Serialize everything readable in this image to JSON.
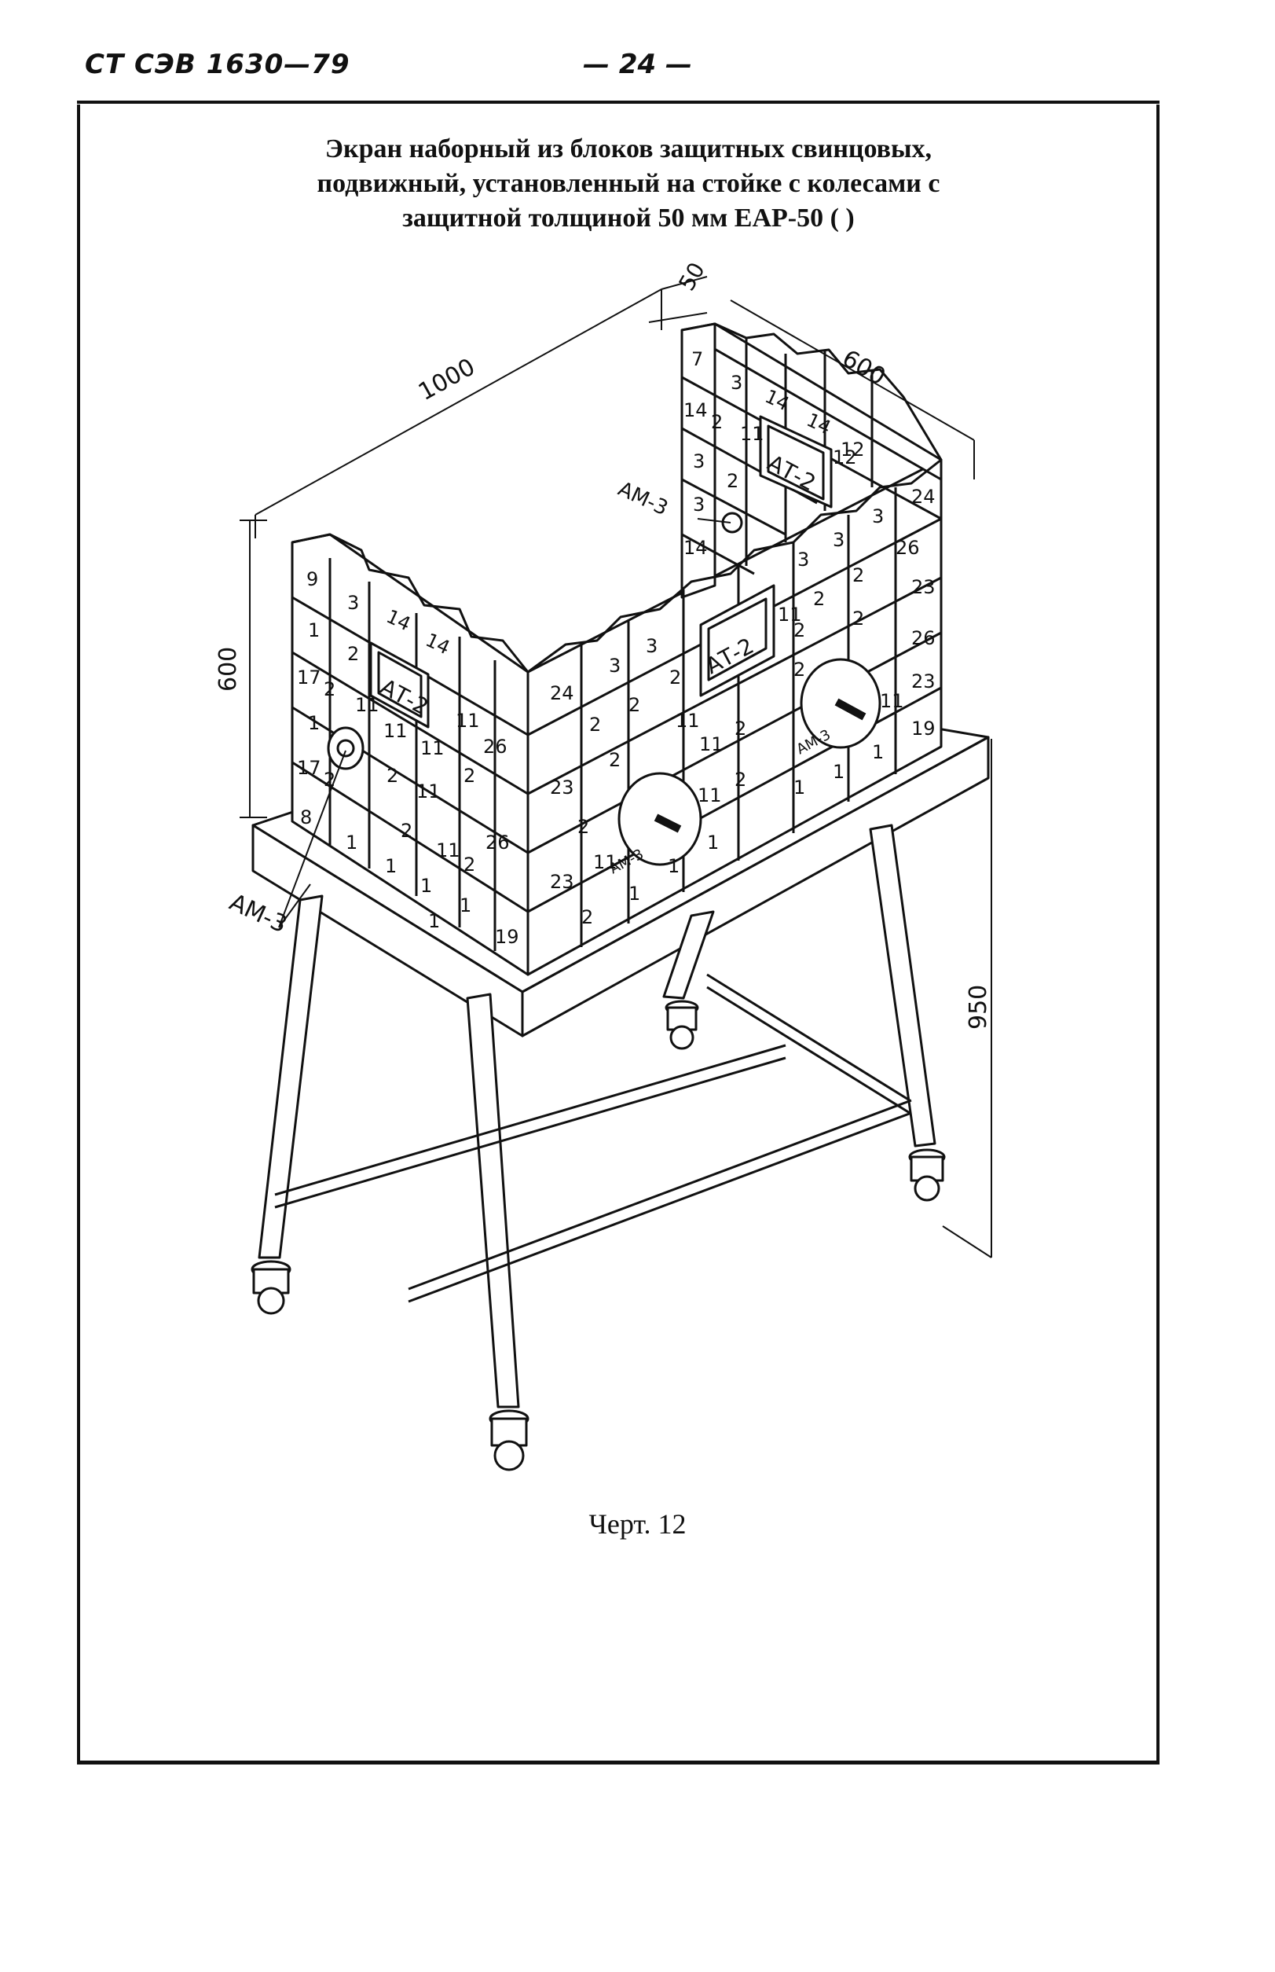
{
  "header": {
    "standard": "СТ СЭВ 1630—79",
    "page_number": "— 24 —"
  },
  "title": {
    "line1": "Экран наборный из блоков защитных свинцовых,",
    "line2": "подвижный, установленный на стойке с колесами с",
    "line3": "защитной толщиной 50 мм ЕАР-50 (   )"
  },
  "dimensions": {
    "length": "1000",
    "thickness": "50",
    "depth": "600",
    "height": "600",
    "stand_height": "950"
  },
  "labels": {
    "window": "АТ-2",
    "manipulator": "АМ-3",
    "manipulator_left": "АМ-3",
    "manipulator_back": "АМ-3"
  },
  "blocks": {
    "left_wall": [
      "9",
      "3",
      "14",
      "14",
      "1",
      "2",
      "17",
      "2",
      "11",
      "1",
      "11",
      "11",
      "11",
      "26",
      "17",
      "2",
      "2",
      "11",
      "2",
      "8",
      "1",
      "2",
      "11",
      "26",
      "1",
      "1",
      "1",
      "2",
      "1",
      "19"
    ],
    "front_wall": [
      "24",
      "3",
      "3",
      "2",
      "2",
      "2",
      "23",
      "2",
      "2",
      "23",
      "11",
      "2",
      "1",
      "1",
      "1",
      "11",
      "11",
      "2",
      "11",
      "2"
    ],
    "right_wall": [
      "24",
      "3",
      "3",
      "26",
      "2",
      "2",
      "23",
      "26",
      "23",
      "11",
      "19",
      "3",
      "1",
      "1",
      "1",
      "2",
      "2",
      "12",
      "2",
      "11"
    ],
    "back_wall": [
      "7",
      "3",
      "14",
      "14",
      "14",
      "2",
      "11",
      "12",
      "3",
      "2",
      "3",
      "14"
    ]
  },
  "caption": "Черт.  12"
}
